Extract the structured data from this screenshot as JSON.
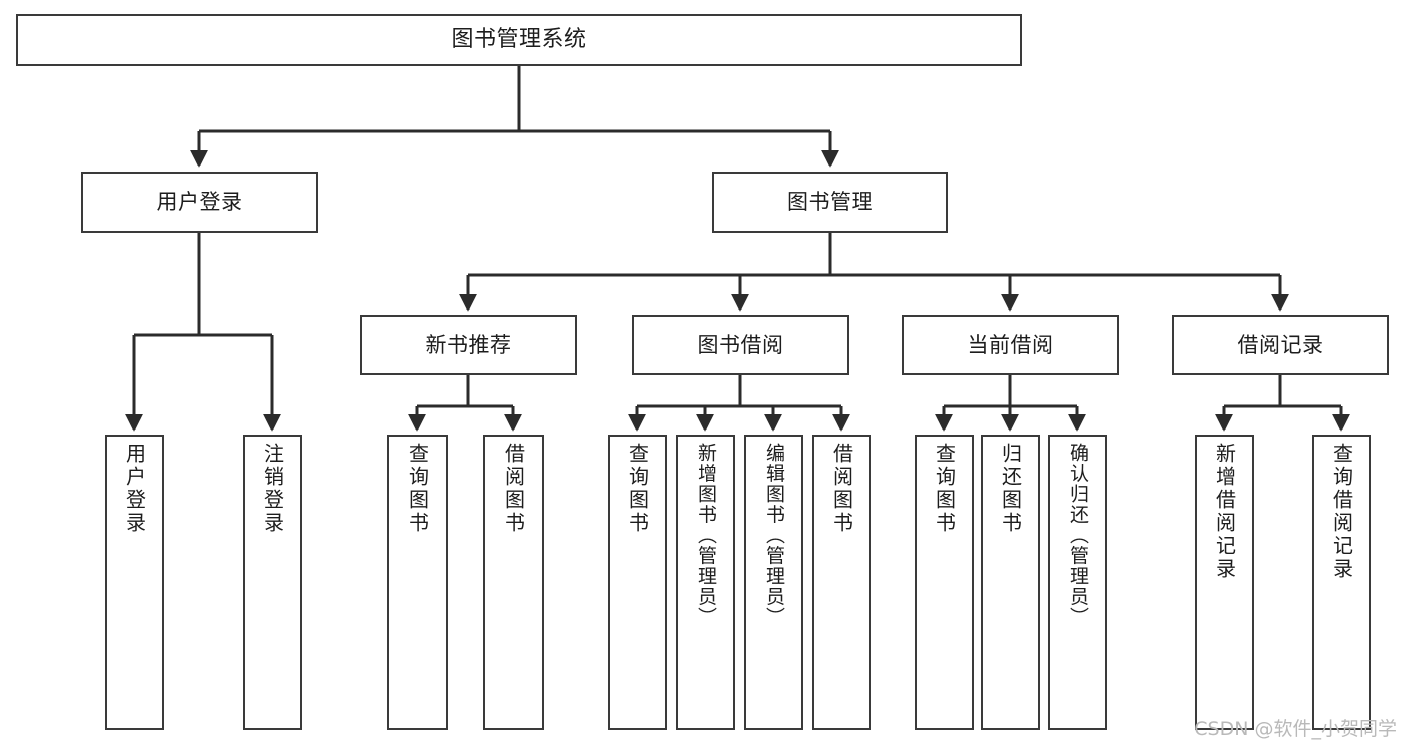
{
  "diagram": {
    "type": "tree-hierarchy",
    "title": "图书管理系统",
    "orientation": "top-down",
    "colors": {
      "box_border": "#3a3a3a",
      "box_fill": "#ffffff",
      "edge": "#2b2b2b",
      "text": "#1d1d1d",
      "watermark": "#b9b9b9",
      "background": "#ffffff"
    },
    "root": {
      "id": "root",
      "label": "图书管理系统"
    },
    "level2": [
      {
        "id": "user-login",
        "label": "用户登录"
      },
      {
        "id": "book-manage",
        "label": "图书管理"
      }
    ],
    "level3": [
      {
        "id": "new-book-rec",
        "label": "新书推荐",
        "parent": "book-manage"
      },
      {
        "id": "book-borrow",
        "label": "图书借阅",
        "parent": "book-manage"
      },
      {
        "id": "current-borrow",
        "label": "当前借阅",
        "parent": "book-manage"
      },
      {
        "id": "borrow-record",
        "label": "借阅记录",
        "parent": "book-manage"
      }
    ],
    "leaves": {
      "user-login": [
        {
          "id": "leaf-user-login",
          "label": "用户登录"
        },
        {
          "id": "leaf-user-logout",
          "label": "注销登录"
        }
      ],
      "new-book-rec": [
        {
          "id": "leaf-query-book-1",
          "label": "查询图书"
        },
        {
          "id": "leaf-borrow-book-1",
          "label": "借阅图书"
        }
      ],
      "book-borrow": [
        {
          "id": "leaf-query-book-2",
          "label": "查询图书"
        },
        {
          "id": "leaf-add-book",
          "label": "新增图书（管理员）"
        },
        {
          "id": "leaf-edit-book",
          "label": "编辑图书（管理员）"
        },
        {
          "id": "leaf-borrow-book-2",
          "label": "借阅图书"
        }
      ],
      "current-borrow": [
        {
          "id": "leaf-query-book-3",
          "label": "查询图书"
        },
        {
          "id": "leaf-return-book",
          "label": "归还图书"
        },
        {
          "id": "leaf-confirm-return",
          "label": "确认归还（管理员）"
        }
      ],
      "borrow-record": [
        {
          "id": "leaf-add-record",
          "label": "新增借阅记录"
        },
        {
          "id": "leaf-query-record",
          "label": "查询借阅记录"
        }
      ]
    }
  },
  "watermark": {
    "text": "CSDN @软件_小贺同学"
  }
}
